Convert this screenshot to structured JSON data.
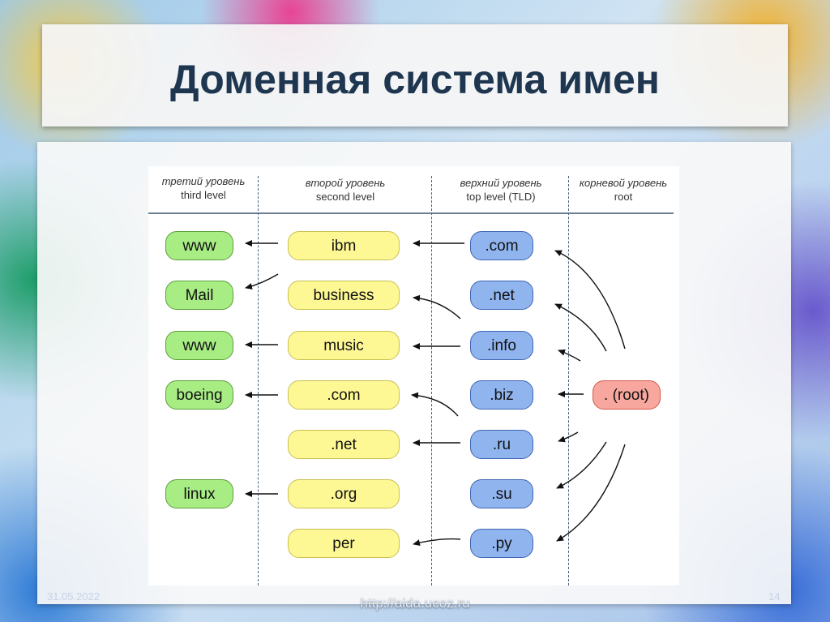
{
  "title": "Доменная система имен",
  "headers": [
    {
      "ru": "третий уровень",
      "en": "third level"
    },
    {
      "ru": "второй уровень",
      "en": "second level"
    },
    {
      "ru": "верхний уровень",
      "en": "top level (TLD)"
    },
    {
      "ru": "корневой уровень",
      "en": "root"
    }
  ],
  "third_level": [
    "www",
    "Mail",
    "www",
    "boeing",
    "linux"
  ],
  "second_level": [
    "ibm",
    "business",
    "music",
    ".com",
    ".net",
    ".org",
    "per"
  ],
  "top_level": [
    ".com",
    ".net",
    ".info",
    ".biz",
    ".ru",
    ".su",
    ".py"
  ],
  "root": ". (root)",
  "footer": {
    "url": "http://aida.ucoz.ru",
    "page": "14",
    "date": "31.05.2022"
  },
  "colors": {
    "third_level": "#a8ec84",
    "second_level": "#fdf894",
    "top_level": "#90b4ee",
    "root": "#f7a79d",
    "title": "#1f3650"
  }
}
